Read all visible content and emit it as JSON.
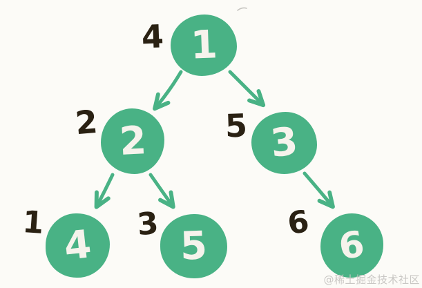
{
  "colors": {
    "background": "#fcfbf7",
    "node_fill": "#49b285",
    "node_text": "#f6f3ec",
    "label_text": "#2a2113",
    "arrow": "#49b285",
    "watermark": "#c9c7c4"
  },
  "tree": {
    "kind": "binary-tree",
    "nodes": [
      {
        "value": "1",
        "order_label": "4"
      },
      {
        "value": "2",
        "order_label": "2"
      },
      {
        "value": "3",
        "order_label": "5"
      },
      {
        "value": "4",
        "order_label": "1"
      },
      {
        "value": "5",
        "order_label": "3"
      },
      {
        "value": "6",
        "order_label": "6"
      }
    ],
    "edges": [
      {
        "from": "1",
        "to": "2"
      },
      {
        "from": "1",
        "to": "3"
      },
      {
        "from": "2",
        "to": "4"
      },
      {
        "from": "2",
        "to": "5"
      },
      {
        "from": "3",
        "to": "6"
      }
    ]
  },
  "watermark": {
    "text": "@稀土掘金技术社区"
  }
}
